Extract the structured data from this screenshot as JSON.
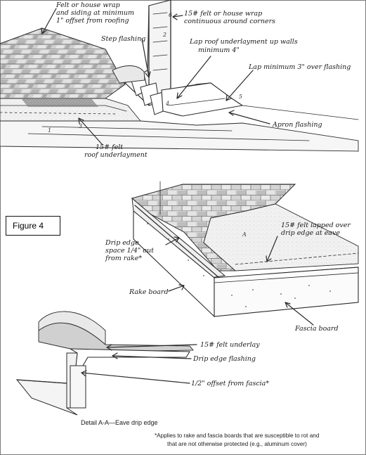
{
  "figure_label": "Figure 4",
  "top_diagram": {
    "labels": {
      "felt_wrap_line1": "Felt or house wrap",
      "felt_wrap_line2": "and siding at minimum",
      "felt_wrap_line3": "1\" offset from roofing",
      "felt_continuous_line1": "15# felt or house wrap",
      "felt_continuous_line2": "continuous around corners",
      "step_flashing": "Step flashing",
      "lap_underlayment_line1": "Lap roof underlayment up walls",
      "lap_underlayment_line2": "minimum 4\"",
      "lap_flashing": "Lap minimum 3\" over flashing",
      "apron_flashing": "Apron flashing",
      "roof_underlayment_line1": "15# felt",
      "roof_underlayment_line2": "roof underlayment"
    },
    "marks": [
      "2",
      "6",
      "5",
      "4",
      "3",
      "1"
    ]
  },
  "middle_diagram": {
    "labels": {
      "drip_edge_line1": "Drip edge",
      "drip_edge_line2": "space 1/4\" out",
      "drip_edge_line3": "from rake*",
      "felt_lapped_line1": "15# felt lapped over",
      "felt_lapped_line2": "drip edge at eave",
      "rake_board": "Rake board",
      "fascia_board": "Fascia board"
    },
    "marks": [
      "A"
    ]
  },
  "bottom_diagram": {
    "labels": {
      "felt_underlay": "15# felt underlay",
      "drip_edge_flashing": "Drip edge flashing",
      "offset_fascia": "1/2\" offset from fascia*",
      "detail_caption": "Detail A-A—Eave drip edge"
    }
  },
  "footnote_line1": "*Applies to rake and fascia boards that are susceptible to rot and",
  "footnote_line2": "that are not otherwise protected (e.g., aluminum cover)",
  "colors": {
    "ink": "#2a2a2a",
    "shingle_light": "#d9d9d9",
    "shingle_dark": "#a8a8a8",
    "frame": "#7a7a7a"
  }
}
